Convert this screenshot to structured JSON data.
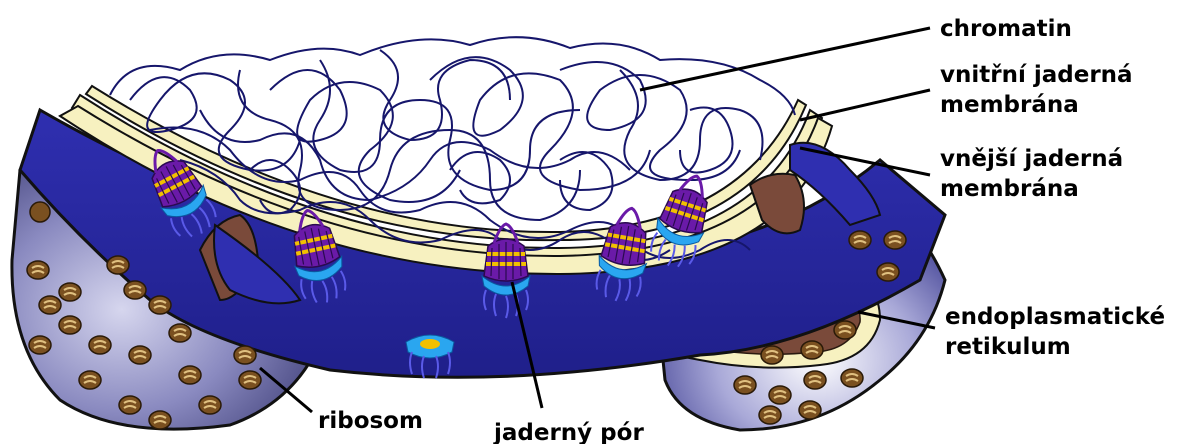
{
  "labels": {
    "chromatin": "chromatin",
    "inner_membrane": [
      "vnitřní jaderná",
      "membrána"
    ],
    "outer_membrane": [
      "vnější jaderná",
      "membrána"
    ],
    "er": [
      "endoplasmatické",
      "retikulum"
    ],
    "ribosome": "ribosom",
    "nuclear_pore": "jaderný pór"
  },
  "colors": {
    "nuclear_blue": "#25259a",
    "nuclear_blue_light": "#3b3bc4",
    "membrane_cream": "#f7f1c0",
    "er_lumen": "#7a4a3a",
    "er_lumen_light": "#a07060",
    "er_shell": "#6f6fa8",
    "ribosome": "#7a5020",
    "chromatin": "#16166b",
    "pore_purple": "#6a1aa8",
    "pore_yellow": "#f2c000",
    "pore_cyan": "#2aa6f0"
  }
}
